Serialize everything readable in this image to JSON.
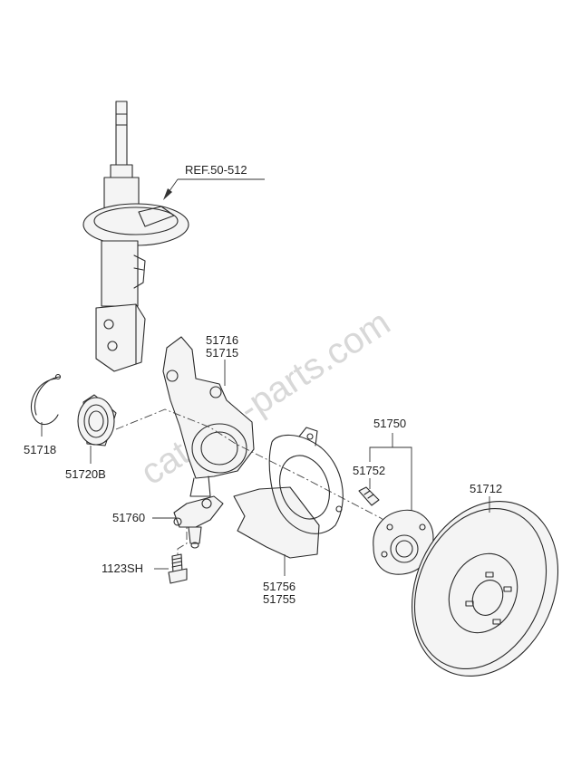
{
  "watermark": "catalog-parts.com",
  "labels": {
    "ref": "REF.50-512",
    "p51716": "51716",
    "p51715": "51715",
    "p51718": "51718",
    "p51720b": "51720B",
    "p51750": "51750",
    "p51752": "51752",
    "p51712": "51712",
    "p51760": "51760",
    "p1123sh": "1123SH",
    "p51756": "51756",
    "p51755": "51755"
  },
  "colors": {
    "line": "#2a2a2a",
    "text": "#222222",
    "watermark": "#d8d8d8"
  }
}
